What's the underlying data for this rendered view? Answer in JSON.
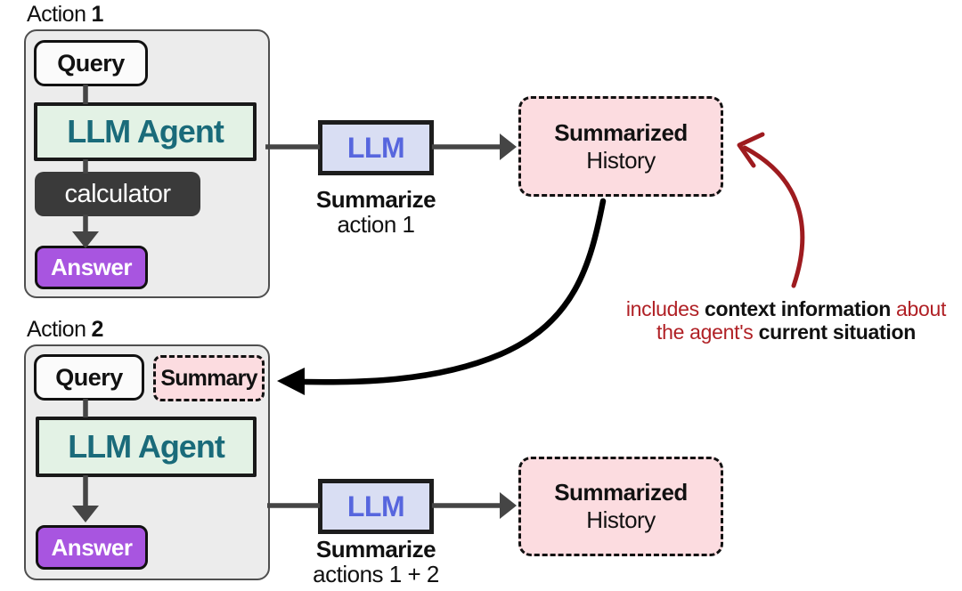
{
  "colors": {
    "canvas_bg": "#ffffff",
    "panel_bg": "#ececec",
    "panel_border": "#4f4f4f",
    "query_bg": "#fbfbfb",
    "agent_bg": "#e3f2e5",
    "agent_text": "#1a6b7a",
    "tool_bg": "#3a3a3a",
    "tool_text": "#ffffff",
    "answer_bg": "#a855e0",
    "answer_text": "#ffffff",
    "llm_bg": "#d9def3",
    "llm_text": "#5766de",
    "summary_bg": "#fcdce0",
    "connector_gray": "#454545",
    "black_arrow": "#000000",
    "red_arrow": "#9e1b1f",
    "annotation_red": "#b02025",
    "annotation_black": "#111111"
  },
  "action1": {
    "title_word": "Action",
    "title_num": "1",
    "query_label": "Query",
    "agent_label": "LLM Agent",
    "tool_label": "calculator",
    "answer_label": "Answer"
  },
  "summarize1": {
    "llm_label": "LLM",
    "caption_bold": "Summarize",
    "caption_rest": "action 1"
  },
  "history1": {
    "line1": "Summarized",
    "line2": "History"
  },
  "annotation": {
    "seg1": "includes",
    "seg2": "context information",
    "seg3": "about",
    "seg4": "the agent's",
    "seg5": "current situation"
  },
  "action2": {
    "title_word": "Action",
    "title_num": "2",
    "query_label": "Query",
    "summary_label": "Summary",
    "agent_label": "LLM Agent",
    "answer_label": "Answer"
  },
  "summarize2": {
    "llm_label": "LLM",
    "caption_bold": "Summarize",
    "caption_rest": "actions 1 + 2"
  },
  "history2": {
    "line1": "Summarized",
    "line2": "History"
  }
}
